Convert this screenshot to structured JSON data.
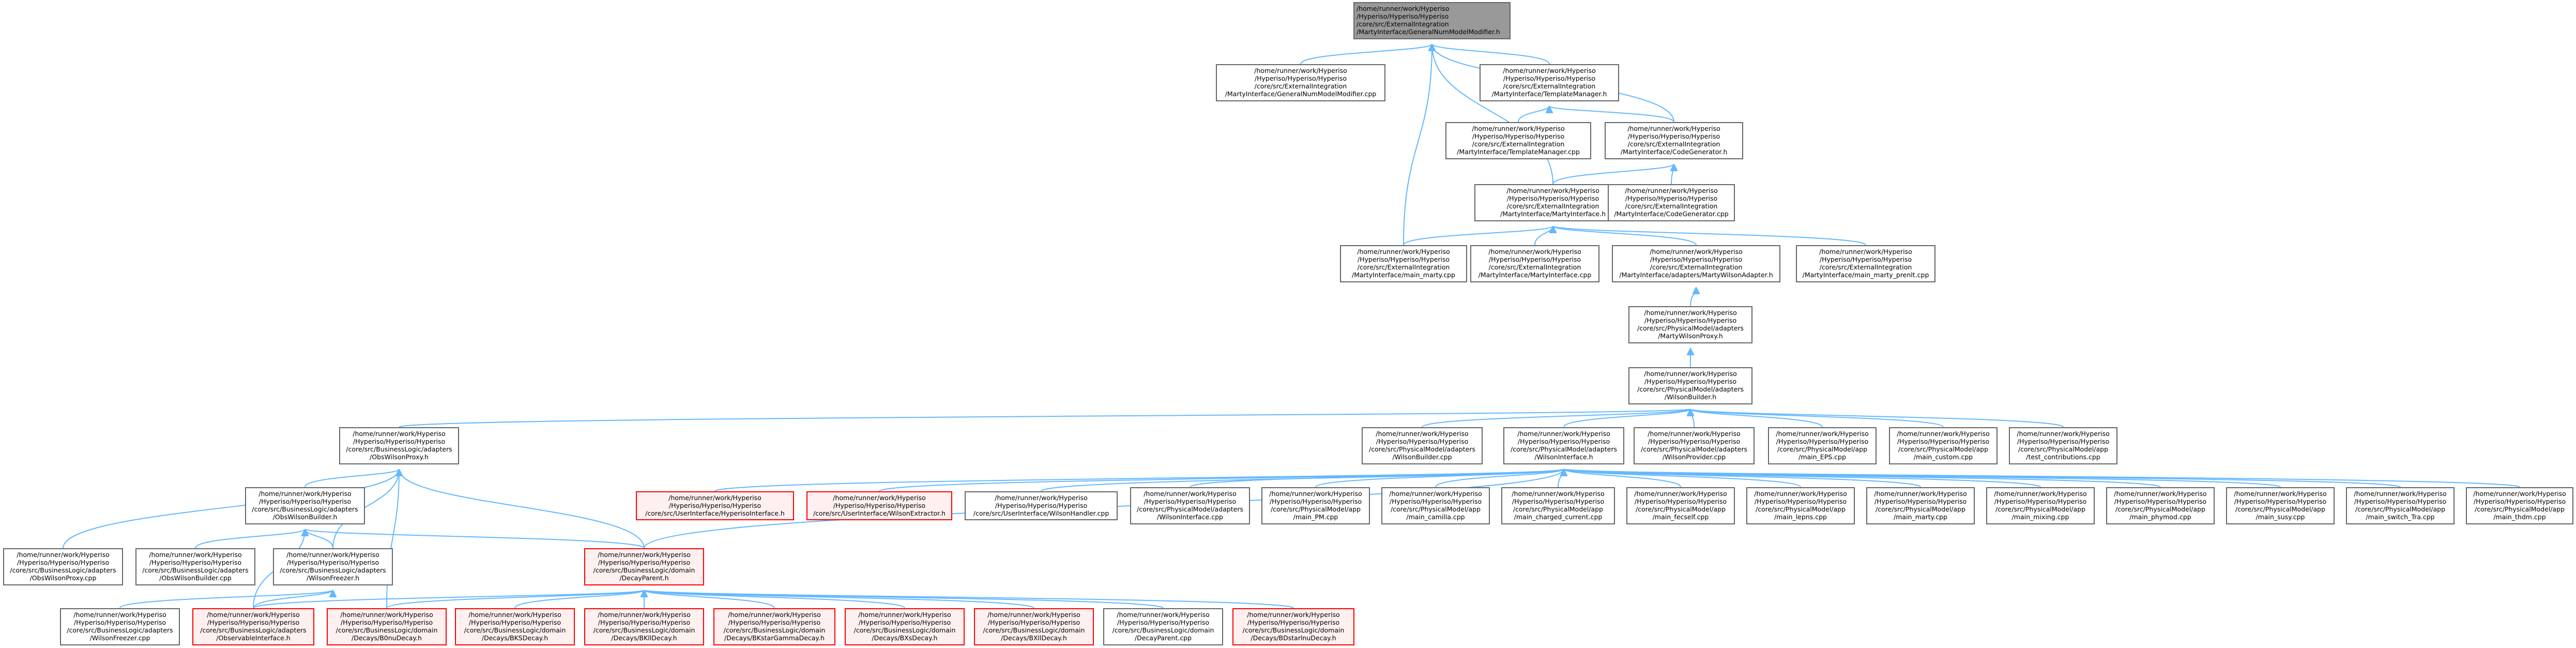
{
  "graph": {
    "nodes": [
      {
        "id": "root",
        "lines": [
          "/home/runner/work/Hyperiso",
          "/Hyperiso/Hyperiso/Hyperiso",
          "/core/src/ExternalIntegration",
          "/MartyInterface/GeneralNumModelModifier.h"
        ],
        "style": "root"
      },
      {
        "id": "gnm_cpp",
        "lines": [
          "/home/runner/work/Hyperiso",
          "/Hyperiso/Hyperiso/Hyperiso",
          "/core/src/ExternalIntegration",
          "/MartyInterface/GeneralNumModelModifier.cpp"
        ]
      },
      {
        "id": "tm_h",
        "lines": [
          "/home/runner/work/Hyperiso",
          "/Hyperiso/Hyperiso/Hyperiso",
          "/core/src/ExternalIntegration",
          "/MartyInterface/TemplateManager.h"
        ]
      },
      {
        "id": "tm_cpp",
        "lines": [
          "/home/runner/work/Hyperiso",
          "/Hyperiso/Hyperiso/Hyperiso",
          "/core/src/ExternalIntegration",
          "/MartyInterface/TemplateManager.cpp"
        ]
      },
      {
        "id": "cg_h",
        "lines": [
          "/home/runner/work/Hyperiso",
          "/Hyperiso/Hyperiso/Hyperiso",
          "/core/src/ExternalIntegration",
          "/MartyInterface/CodeGenerator.h"
        ]
      },
      {
        "id": "mi_h",
        "lines": [
          "/home/runner/work/Hyperiso",
          "/Hyperiso/Hyperiso/Hyperiso",
          "/core/src/ExternalIntegration",
          "/MartyInterface/MartyInterface.h"
        ]
      },
      {
        "id": "cg_cpp",
        "lines": [
          "/home/runner/work/Hyperiso",
          "/Hyperiso/Hyperiso/Hyperiso",
          "/core/src/ExternalIntegration",
          "/MartyInterface/CodeGenerator.cpp"
        ]
      },
      {
        "id": "main_marty",
        "lines": [
          "/home/runner/work/Hyperiso",
          "/Hyperiso/Hyperiso/Hyperiso",
          "/core/src/ExternalIntegration",
          "/MartyInterface/main_marty.cpp"
        ]
      },
      {
        "id": "mi_cpp",
        "lines": [
          "/home/runner/work/Hyperiso",
          "/Hyperiso/Hyperiso/Hyperiso",
          "/core/src/ExternalIntegration",
          "/MartyInterface/MartyInterface.cpp"
        ]
      },
      {
        "id": "mwa_h",
        "lines": [
          "/home/runner/work/Hyperiso",
          "/Hyperiso/Hyperiso/Hyperiso",
          "/core/src/ExternalIntegration",
          "/MartyInterface/adapters/MartyWilsonAdapter.h"
        ]
      },
      {
        "id": "main_marty_prenlo",
        "lines": [
          "/home/runner/work/Hyperiso",
          "/Hyperiso/Hyperiso/Hyperiso",
          "/core/src/ExternalIntegration",
          "/MartyInterface/main_marty_prenlt.cpp"
        ]
      },
      {
        "id": "mwp_h",
        "lines": [
          "/home/runner/work/Hyperiso",
          "/Hyperiso/Hyperiso/Hyperiso",
          "/core/src/PhysicalModel/adapters",
          "/MartyWilsonProxy.h"
        ]
      },
      {
        "id": "wb_h",
        "lines": [
          "/home/runner/work/Hyperiso",
          "/Hyperiso/Hyperiso/Hyperiso",
          "/core/src/PhysicalModel/adapters",
          "/WilsonBuilder.h"
        ]
      },
      {
        "id": "obs_wp_h",
        "lines": [
          "/home/runner/work/Hyperiso",
          "/Hyperiso/Hyperiso/Hyperiso",
          "/core/src/BusinessLogic/adapters",
          "/ObsWilsonProxy.h"
        ]
      },
      {
        "id": "wb_cpp",
        "lines": [
          "/home/runner/work/Hyperiso",
          "/Hyperiso/Hyperiso/Hyperiso",
          "/core/src/PhysicalModel/adapters",
          "/WilsonBuilder.cpp"
        ]
      },
      {
        "id": "wi_h",
        "lines": [
          "/home/runner/work/Hyperiso",
          "/Hyperiso/Hyperiso/Hyperiso",
          "/core/src/PhysicalModel/adapters",
          "/WilsonInterface.h"
        ]
      },
      {
        "id": "wpv_cpp",
        "lines": [
          "/home/runner/work/Hyperiso",
          "/Hyperiso/Hyperiso/Hyperiso",
          "/core/src/PhysicalModel/adapters",
          "/WilsonProvider.cpp"
        ]
      },
      {
        "id": "main_eps",
        "lines": [
          "/home/runner/work/Hyperiso",
          "/Hyperiso/Hyperiso/Hyperiso",
          "/core/src/PhysicalModel/app",
          "/main_EPS.cpp"
        ]
      },
      {
        "id": "main_custom",
        "lines": [
          "/home/runner/work/Hyperiso",
          "/Hyperiso/Hyperiso/Hyperiso",
          "/core/src/PhysicalModel/app",
          "/main_custom.cpp"
        ]
      },
      {
        "id": "test_contrib",
        "lines": [
          "/home/runner/work/Hyperiso",
          "/Hyperiso/Hyperiso/Hyperiso",
          "/core/src/PhysicalModel/app",
          "/test_contributions.cpp"
        ]
      },
      {
        "id": "obs_wb_h",
        "lines": [
          "/home/runner/work/Hyperiso",
          "/Hyperiso/Hyperiso/Hyperiso",
          "/core/src/BusinessLogic/adapters",
          "/ObsWilsonBuilder.h"
        ]
      },
      {
        "id": "hi_h",
        "lines": [
          "/home/runner/work/Hyperiso",
          "/Hyperiso/Hyperiso/Hyperiso",
          "/core/src/UserInterface/HyperisoInterface.h"
        ],
        "style": "red"
      },
      {
        "id": "we_h",
        "lines": [
          "/home/runner/work/Hyperiso",
          "/Hyperiso/Hyperiso/Hyperiso",
          "/core/src/UserInterface/WilsonExtractor.h"
        ],
        "style": "red"
      },
      {
        "id": "wh_cpp",
        "lines": [
          "/home/runner/work/Hyperiso",
          "/Hyperiso/Hyperiso/Hyperiso",
          "/core/src/UserInterface/WilsonHandler.cpp"
        ]
      },
      {
        "id": "wi_cpp",
        "lines": [
          "/home/runner/work/Hyperiso",
          "/Hyperiso/Hyperiso/Hyperiso",
          "/core/src/PhysicalModel/adapters",
          "/WilsonInterface.cpp"
        ]
      },
      {
        "id": "main_pm",
        "lines": [
          "/home/runner/work/Hyperiso",
          "/Hyperiso/Hyperiso/Hyperiso",
          "/core/src/PhysicalModel/app",
          "/main_PM.cpp"
        ]
      },
      {
        "id": "main_camilla",
        "lines": [
          "/home/runner/work/Hyperiso",
          "/Hyperiso/Hyperiso/Hyperiso",
          "/core/src/PhysicalModel/app",
          "/main_camilla.cpp"
        ]
      },
      {
        "id": "main_charged",
        "lines": [
          "/home/runner/work/Hyperiso",
          "/Hyperiso/Hyperiso/Hyperiso",
          "/core/src/PhysicalModel/app",
          "/main_charged_current.cpp"
        ]
      },
      {
        "id": "main_fecself",
        "lines": [
          "/home/runner/work/Hyperiso",
          "/Hyperiso/Hyperiso/Hyperiso",
          "/core/src/PhysicalModel/app",
          "/main_fecself.cpp"
        ]
      },
      {
        "id": "main_lepns",
        "lines": [
          "/home/runner/work/Hyperiso",
          "/Hyperiso/Hyperiso/Hyperiso",
          "/core/src/PhysicalModel/app",
          "/main_lepns.cpp"
        ]
      },
      {
        "id": "main_marty2",
        "lines": [
          "/home/runner/work/Hyperiso",
          "/Hyperiso/Hyperiso/Hyperiso",
          "/core/src/PhysicalModel/app",
          "/main_marty.cpp"
        ]
      },
      {
        "id": "main_mixing",
        "lines": [
          "/home/runner/work/Hyperiso",
          "/Hyperiso/Hyperiso/Hyperiso",
          "/core/src/PhysicalModel/app",
          "/main_mixing.cpp"
        ]
      },
      {
        "id": "main_phymod",
        "lines": [
          "/home/runner/work/Hyperiso",
          "/Hyperiso/Hyperiso/Hyperiso",
          "/core/src/PhysicalModel/app",
          "/main_phymod.cpp"
        ]
      },
      {
        "id": "main_susy",
        "lines": [
          "/home/runner/work/Hyperiso",
          "/Hyperiso/Hyperiso/Hyperiso",
          "/core/src/PhysicalModel/app",
          "/main_susy.cpp"
        ]
      },
      {
        "id": "main_switch",
        "lines": [
          "/home/runner/work/Hyperiso",
          "/Hyperiso/Hyperiso/Hyperiso",
          "/core/src/PhysicalModel/app",
          "/main_switch_Tra.cpp"
        ]
      },
      {
        "id": "main_thdm",
        "lines": [
          "/home/runner/work/Hyperiso",
          "/Hyperiso/Hyperiso/Hyperiso",
          "/core/src/PhysicalModel/app",
          "/main_thdm.cpp"
        ]
      },
      {
        "id": "obs_wp_cpp",
        "lines": [
          "/home/runner/work/Hyperiso",
          "/Hyperiso/Hyperiso/Hyperiso",
          "/core/src/BusinessLogic/adapters",
          "/ObsWilsonProxy.cpp"
        ]
      },
      {
        "id": "obs_wb_cpp",
        "lines": [
          "/home/runner/work/Hyperiso",
          "/Hyperiso/Hyperiso/Hyperiso",
          "/core/src/BusinessLogic/adapters",
          "/ObsWilsonBuilder.cpp"
        ]
      },
      {
        "id": "wf_h",
        "lines": [
          "/home/runner/work/Hyperiso",
          "/Hyperiso/Hyperiso/Hyperiso",
          "/core/src/BusinessLogic/adapters",
          "/WilsonFreezer.h"
        ]
      },
      {
        "id": "dp_h",
        "lines": [
          "/home/runner/work/Hyperiso",
          "/Hyperiso/Hyperiso/Hyperiso",
          "/core/src/BusinessLogic/domain",
          "/DecayParent.h"
        ],
        "style": "red"
      },
      {
        "id": "wf_cpp",
        "lines": [
          "/home/runner/work/Hyperiso",
          "/Hyperiso/Hyperiso/Hyperiso",
          "/core/src/BusinessLogic/adapters",
          "/WilsonFreezer.cpp"
        ]
      },
      {
        "id": "oi_h",
        "lines": [
          "/home/runner/work/Hyperiso",
          "/Hyperiso/Hyperiso/Hyperiso",
          "/core/src/BusinessLogic/adapters",
          "/ObservableInterface.h"
        ],
        "style": "red"
      },
      {
        "id": "d_b0nu",
        "lines": [
          "/home/runner/work/Hyperiso",
          "/Hyperiso/Hyperiso/Hyperiso",
          "/core/src/BusinessLogic/domain",
          "/Decays/B0nuDecay.h"
        ],
        "style": "red"
      },
      {
        "id": "d_bks",
        "lines": [
          "/home/runner/work/Hyperiso",
          "/Hyperiso/Hyperiso/Hyperiso",
          "/core/src/BusinessLogic/domain",
          "/Decays/BKSDecay.h"
        ],
        "style": "red"
      },
      {
        "id": "d_bkll",
        "lines": [
          "/home/runner/work/Hyperiso",
          "/Hyperiso/Hyperiso/Hyperiso",
          "/core/src/BusinessLogic/domain",
          "/Decays/BKllDecay.h"
        ],
        "style": "red"
      },
      {
        "id": "d_bkstar",
        "lines": [
          "/home/runner/work/Hyperiso",
          "/Hyperiso/Hyperiso/Hyperiso",
          "/core/src/BusinessLogic/domain",
          "/Decays/BKstarGammaDecay.h"
        ],
        "style": "red"
      },
      {
        "id": "d_bxs",
        "lines": [
          "/home/runner/work/Hyperiso",
          "/Hyperiso/Hyperiso/Hyperiso",
          "/core/src/BusinessLogic/domain",
          "/Decays/BXsDecay.h"
        ],
        "style": "red"
      },
      {
        "id": "d_bxll",
        "lines": [
          "/home/runner/work/Hyperiso",
          "/Hyperiso/Hyperiso/Hyperiso",
          "/core/src/BusinessLogic/domain",
          "/Decays/BXllDecay.h"
        ],
        "style": "red"
      },
      {
        "id": "dp_cpp",
        "lines": [
          "/home/runner/work/Hyperiso",
          "/Hyperiso/Hyperiso/Hyperiso",
          "/core/src/BusinessLogic/domain",
          "/DecayParent.cpp"
        ]
      },
      {
        "id": "d_bstar",
        "lines": [
          "/home/runner/work/Hyperiso",
          "/Hyperiso/Hyperiso/Hyperiso",
          "/core/src/BusinessLogic/domain",
          "/Decays/BDstarlnuDecay.h"
        ],
        "style": "red"
      }
    ],
    "edges": [
      [
        "root",
        "gnm_cpp"
      ],
      [
        "root",
        "tm_h"
      ],
      [
        "root",
        "cg_h"
      ],
      [
        "root",
        "mi_h"
      ],
      [
        "root",
        "main_marty"
      ],
      [
        "tm_h",
        "tm_cpp"
      ],
      [
        "tm_h",
        "cg_h"
      ],
      [
        "cg_h",
        "mi_h"
      ],
      [
        "cg_h",
        "cg_cpp"
      ],
      [
        "mi_h",
        "main_marty"
      ],
      [
        "mi_h",
        "mi_cpp"
      ],
      [
        "mi_h",
        "mwa_h"
      ],
      [
        "mi_h",
        "main_marty_prenlo"
      ],
      [
        "mwa_h",
        "mwp_h"
      ],
      [
        "mwp_h",
        "wb_h"
      ],
      [
        "wb_h",
        "obs_wp_h"
      ],
      [
        "wb_h",
        "wb_cpp"
      ],
      [
        "wb_h",
        "wi_h"
      ],
      [
        "wb_h",
        "wpv_cpp"
      ],
      [
        "wb_h",
        "main_eps"
      ],
      [
        "wb_h",
        "main_custom"
      ],
      [
        "wb_h",
        "test_contrib"
      ],
      [
        "obs_wp_h",
        "obs_wb_h"
      ],
      [
        "obs_wp_h",
        "obs_wp_cpp"
      ],
      [
        "obs_wp_h",
        "wf_h"
      ],
      [
        "obs_wp_h",
        "dp_h"
      ],
      [
        "obs_wp_h",
        "d_b0nu"
      ],
      [
        "wi_h",
        "dp_h"
      ],
      [
        "wi_h",
        "hi_h"
      ],
      [
        "wi_h",
        "we_h"
      ],
      [
        "wi_h",
        "wh_cpp"
      ],
      [
        "wi_h",
        "wi_cpp"
      ],
      [
        "wi_h",
        "main_pm"
      ],
      [
        "wi_h",
        "main_camilla"
      ],
      [
        "wi_h",
        "main_charged"
      ],
      [
        "wi_h",
        "main_fecself"
      ],
      [
        "wi_h",
        "main_lepns"
      ],
      [
        "wi_h",
        "main_marty2"
      ],
      [
        "wi_h",
        "main_mixing"
      ],
      [
        "wi_h",
        "main_phymod"
      ],
      [
        "wi_h",
        "main_susy"
      ],
      [
        "wi_h",
        "main_switch"
      ],
      [
        "wi_h",
        "main_thdm"
      ],
      [
        "obs_wb_h",
        "obs_wb_cpp"
      ],
      [
        "obs_wb_h",
        "wf_h"
      ],
      [
        "obs_wb_h",
        "dp_h"
      ],
      [
        "obs_wb_h",
        "oi_h"
      ],
      [
        "wf_h",
        "wf_cpp"
      ],
      [
        "wf_h",
        "oi_h"
      ],
      [
        "dp_h",
        "oi_h"
      ],
      [
        "dp_h",
        "d_b0nu"
      ],
      [
        "dp_h",
        "d_bks"
      ],
      [
        "dp_h",
        "d_bkll"
      ],
      [
        "dp_h",
        "d_bkstar"
      ],
      [
        "dp_h",
        "d_bxs"
      ],
      [
        "dp_h",
        "d_bxll"
      ],
      [
        "dp_h",
        "dp_cpp"
      ],
      [
        "dp_h",
        "d_bstar"
      ]
    ]
  }
}
